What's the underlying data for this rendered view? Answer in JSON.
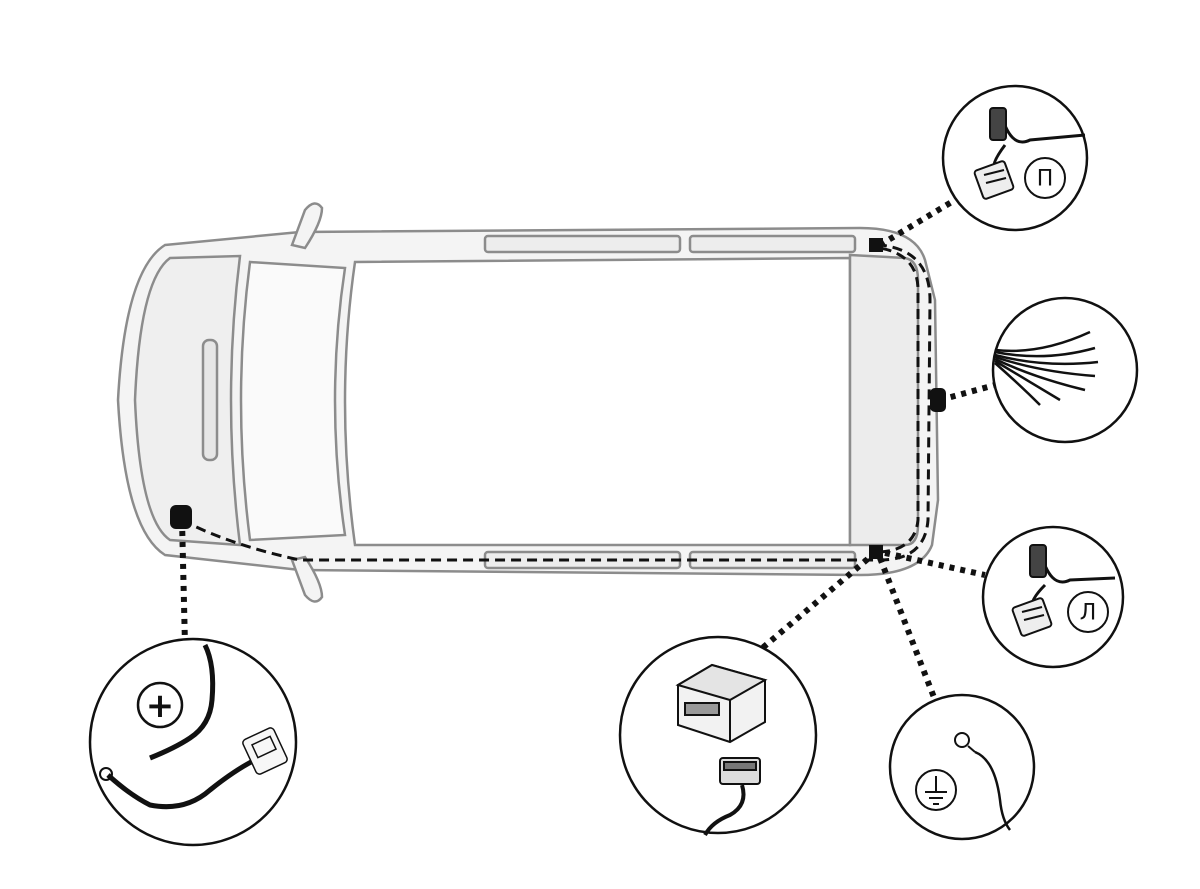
{
  "labels": {
    "right_connector": "П",
    "left_connector": "Л",
    "positive_terminal": "+",
    "ground": "⏚"
  },
  "colors": {
    "outline": "#8c8c8c",
    "body_fill": "#f4f4f4",
    "roof_fill": "#ececec",
    "wire": "#111111"
  },
  "icons": [
    "vehicle-top-view",
    "connector-plug-icon",
    "wire-bundle-icon",
    "control-module-icon",
    "ring-terminal-icon",
    "ground-symbol-icon",
    "plus-symbol-icon"
  ]
}
